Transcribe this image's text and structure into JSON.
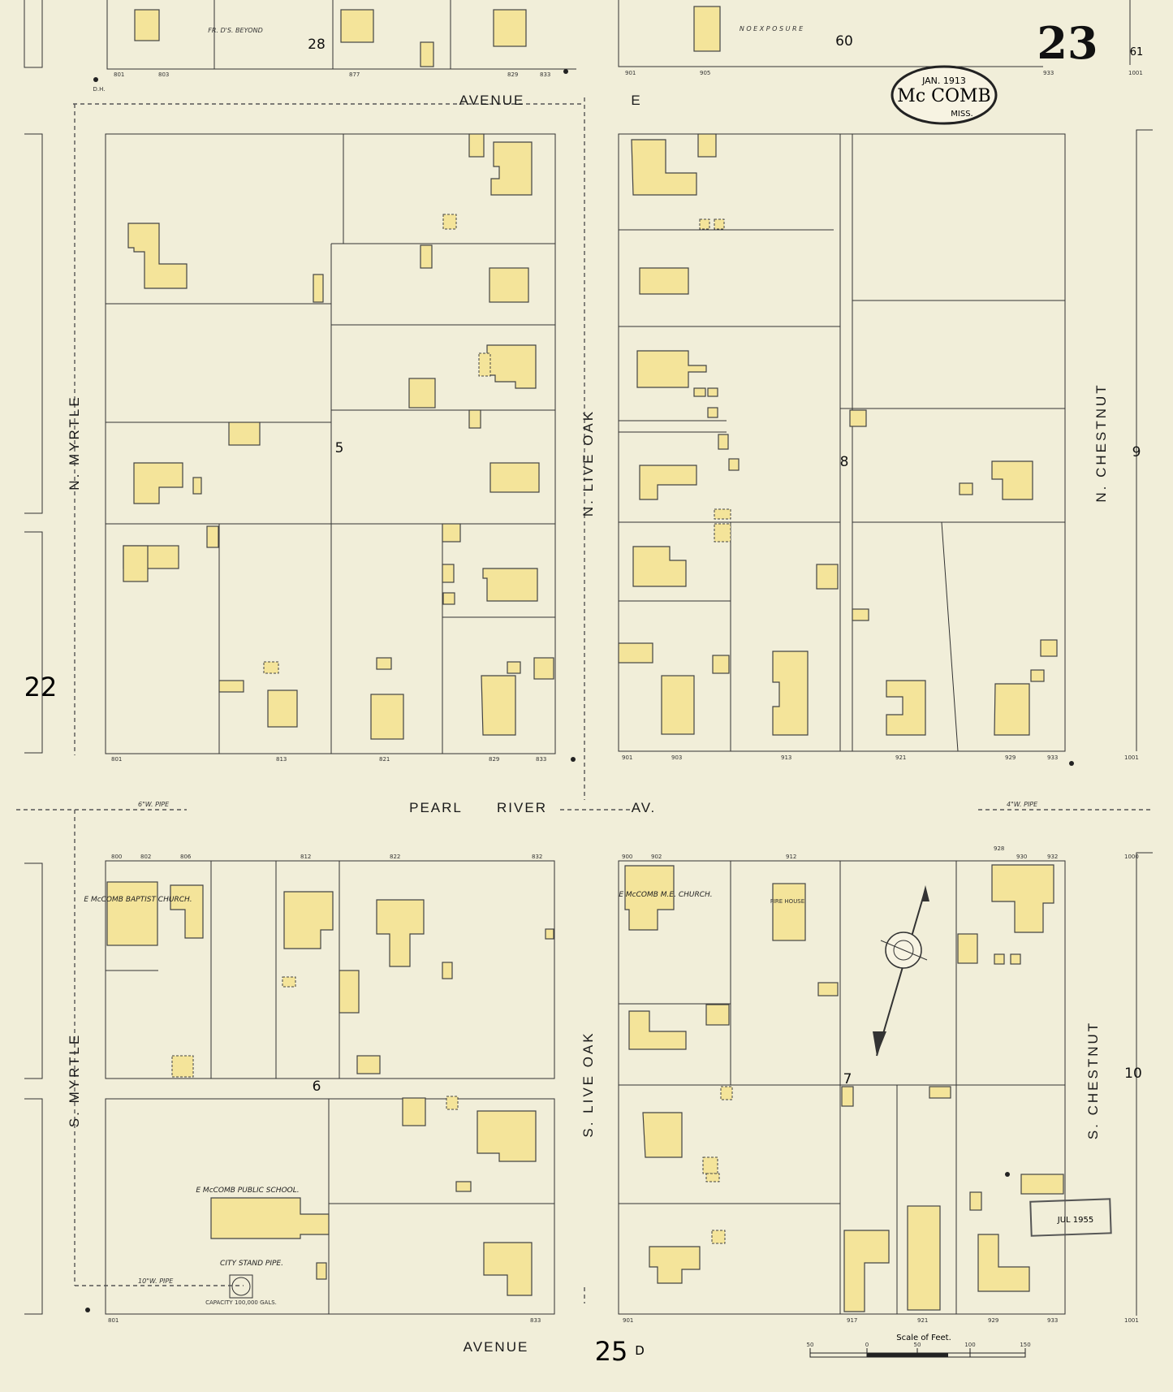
{
  "sheet_number": "23",
  "title": {
    "date": "JAN. 1913",
    "city": "Mc COMB",
    "state": "MISS."
  },
  "streets": {
    "avenue_e_1": "AVENUE",
    "avenue_e_2": "E",
    "avenue_bottom": "AVENUE",
    "pearl_1": "PEARL",
    "pearl_2": "RIVER",
    "pearl_3": "AV.",
    "n_myrtle": "N. MYRTLE",
    "s_myrtle": "S. MYRTLE",
    "n_live_oak": "N. LIVE OAK",
    "s_live_oak": "S. LIVE OAK",
    "n_chestnut": "N. CHESTNUT",
    "s_chestnut": "S. CHESTNUT"
  },
  "block_numbers": [
    "5",
    "8",
    "6",
    "7",
    "9",
    "10",
    "28",
    "60",
    "61",
    "22"
  ],
  "adjacent_sheet_bottom": "25",
  "adjacent_sheet_bottom_suffix": "D",
  "labels": {
    "no_exposure": "N O   E X P O S U R E",
    "fr_ds_beyond": "FR.  D'S.  BEYOND",
    "baptist": "E McCOMB BAPTIST CHURCH.",
    "me_church": "E McCOMB M.E. CHURCH.",
    "public_school": "E McCOMB PUBLIC SCHOOL.",
    "city_stand_pipe": "CITY STAND PIPE.",
    "stand_pipe_capacity": "CAPACITY 100,000 GALS.",
    "pipe_6w": "6\"W. PIPE",
    "pipe_4w": "4\"W. PIPE",
    "pipe_10w": "10\"W. PIPE",
    "dh": "D.H.",
    "scale_label": "Scale of Feet.",
    "stamp_text": "JUL 1955",
    "fire_house": "FIRE HOUSE"
  },
  "address_numbers": {
    "top_row": [
      "801",
      "803",
      "877",
      "829",
      "833",
      "901",
      "905",
      "933",
      "1001"
    ],
    "pearl_north": [
      "801",
      "813",
      "821",
      "829",
      "833",
      "901",
      "903",
      "913",
      "921",
      "929",
      "933",
      "1001"
    ],
    "pearl_south": [
      "800",
      "802",
      "806",
      "812",
      "822",
      "832",
      "900",
      "902",
      "912",
      "928",
      "930",
      "932",
      "1000"
    ],
    "bottom_row": [
      "801",
      "833",
      "901",
      "917",
      "921",
      "929",
      "933",
      "1001"
    ]
  },
  "scale_ticks": [
    "50",
    "0",
    "50",
    "100",
    "150"
  ],
  "colors": {
    "paper": "#f1eed9",
    "frame_dwelling": "#f4e49a",
    "ink": "#222222"
  }
}
